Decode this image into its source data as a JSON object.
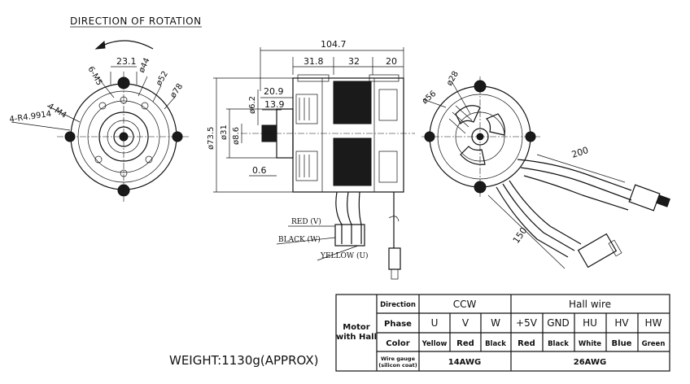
{
  "title": "DIRECTION OF ROTATION",
  "weight": "WEIGHT:1130g(APPROX)",
  "front_view": {
    "dim_width": "23.1",
    "holes_m5": "6-M5",
    "dia_44": "ø44",
    "dia_52": "ø52",
    "dia_78": "ø78",
    "holes_m4": "4-M4",
    "radius": "4-R4.9914"
  },
  "side_view": {
    "total_length": "104.7",
    "seg_1": "31.8",
    "seg_2": "32",
    "seg_3": "20",
    "shaft_len_1": "20.9",
    "shaft_len_2": "13.9",
    "shaft_dia_1": "ø6.2",
    "shaft_dia_2": "ø8.6",
    "body_dia": "ø73.5",
    "boss_dia": "ø31",
    "offset": "0.6",
    "wire_red": "RED (V)",
    "wire_black": "BLACK (W)",
    "wire_yellow": "YELLOW (U)"
  },
  "rear_view": {
    "dia_28": "ø28",
    "dia_56": "ø56",
    "lead_200": "200",
    "lead_150": "150"
  },
  "table": {
    "group_label_1": "Motor",
    "group_label_2": "with Hall",
    "row_direction": "Direction",
    "ccw": "CCW",
    "hall_wire": "Hall wire",
    "row_phase": "Phase",
    "phases": [
      "U",
      "V",
      "W",
      "+5V",
      "GND",
      "HU",
      "HV",
      "HW"
    ],
    "row_color": "Color",
    "colors": [
      "Yellow",
      "Red",
      "Black",
      "Red",
      "Black",
      "White",
      "Blue",
      "Green"
    ],
    "row_gauge_1": "Wire gauge",
    "row_gauge_2": "(silicon coat)",
    "gauge_motor": "14AWG",
    "gauge_hall": "26AWG"
  }
}
